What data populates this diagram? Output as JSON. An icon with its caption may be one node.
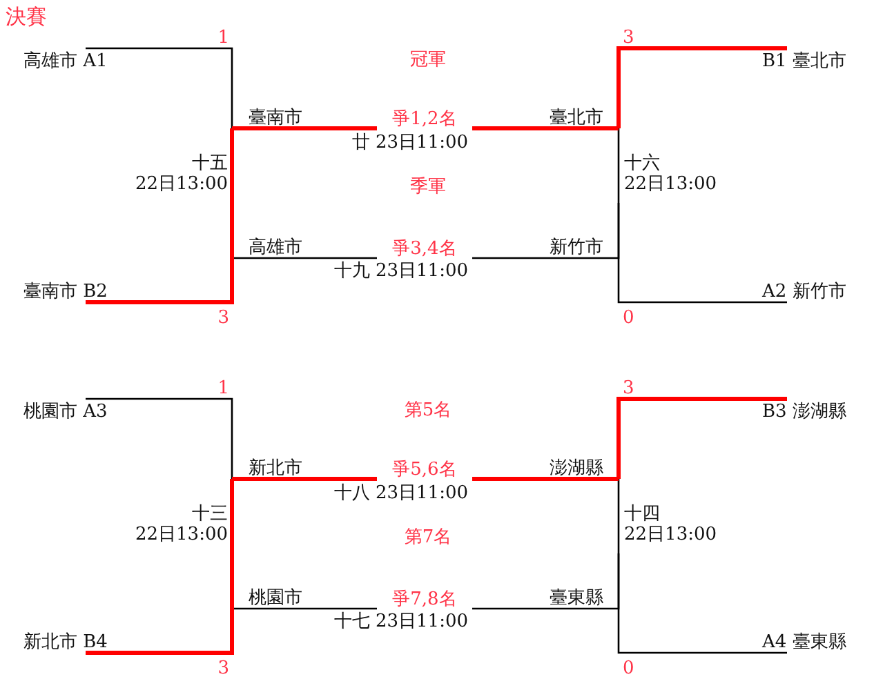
{
  "diagram": {
    "title": "決賽",
    "nodes": [
      {
        "text": [
          "高雄市 A1"
        ]
      },
      {
        "text": [
          "B1 臺北市"
        ]
      },
      {
        "text": [
          "爭1,2名"
        ],
        "beside": [
          "廿 23日11:00"
        ]
      },
      {
        "text": [
          "十五",
          "22日13:00"
        ]
      },
      {
        "text": [
          "十六",
          "22日13:00"
        ]
      },
      {
        "text": [
          "爭3,4名"
        ],
        "beside": [
          "十九 23日11:00"
        ]
      },
      {
        "text": [
          "臺南市 B2"
        ]
      },
      {
        "text": [
          "A2 新竹市"
        ]
      },
      {
        "text": [
          "桃園市 A3"
        ]
      },
      {
        "text": [
          "B3 澎湖縣"
        ]
      },
      {
        "text": [
          "爭5,6名"
        ],
        "beside": [
          "十八 23日11:00"
        ]
      },
      {
        "text": [
          "十三",
          "22日13:00"
        ]
      },
      {
        "text": [
          "十四",
          "22日13:00"
        ]
      },
      {
        "text": [
          "爭7,8名"
        ],
        "beside": [
          "十七 23日11:00"
        ]
      },
      {
        "text": [
          "新北市 B4"
        ]
      },
      {
        "text": [
          "A4 臺東縣"
        ]
      }
    ],
    "edges": [
      {
        "from": 0,
        "to": 3,
        "arrow": "none",
        "label": "1"
      },
      {
        "from": 6,
        "to": 3,
        "arrow": "none",
        "label": "3",
        "style": "thick",
        "color": "#ff0000"
      },
      {
        "from": 3,
        "to": 2,
        "arrow": "none",
        "label": "臺南市",
        "style": "thick",
        "color": "#ff0000"
      },
      {
        "from": 3,
        "to": 5,
        "arrow": "none",
        "label": "高雄市"
      },
      {
        "from": 1,
        "to": 4,
        "arrow": "none",
        "label": "3",
        "style": "thick",
        "color": "#ff0000"
      },
      {
        "from": 7,
        "to": 4,
        "arrow": "none",
        "label": "0"
      },
      {
        "from": 4,
        "to": 2,
        "arrow": "none",
        "label": "臺北市",
        "style": "thick",
        "color": "#ff0000"
      },
      {
        "from": 4,
        "to": 5,
        "arrow": "none",
        "label": "新竹市"
      },
      {
        "from": 8,
        "to": 11,
        "arrow": "none",
        "label": "1"
      },
      {
        "from": 14,
        "to": 11,
        "arrow": "none",
        "label": "3",
        "style": "thick",
        "color": "#ff0000"
      },
      {
        "from": 11,
        "to": 10,
        "arrow": "none",
        "label": "新北市",
        "style": "thick",
        "color": "#ff0000"
      },
      {
        "from": 11,
        "to": 13,
        "arrow": "none",
        "label": "桃園市"
      },
      {
        "from": 9,
        "to": 12,
        "arrow": "none",
        "label": "3",
        "style": "thick",
        "color": "#ff0000"
      },
      {
        "from": 15,
        "to": 12,
        "arrow": "none",
        "label": "0"
      },
      {
        "from": 12,
        "to": 10,
        "arrow": "none",
        "label": "澎湖縣",
        "style": "thick",
        "color": "#ff0000"
      },
      {
        "from": 12,
        "to": 13,
        "arrow": "none",
        "label": "臺東縣"
      }
    ],
    "labels": [
      "冠軍",
      "季軍",
      "第5名",
      "第7名"
    ]
  }
}
